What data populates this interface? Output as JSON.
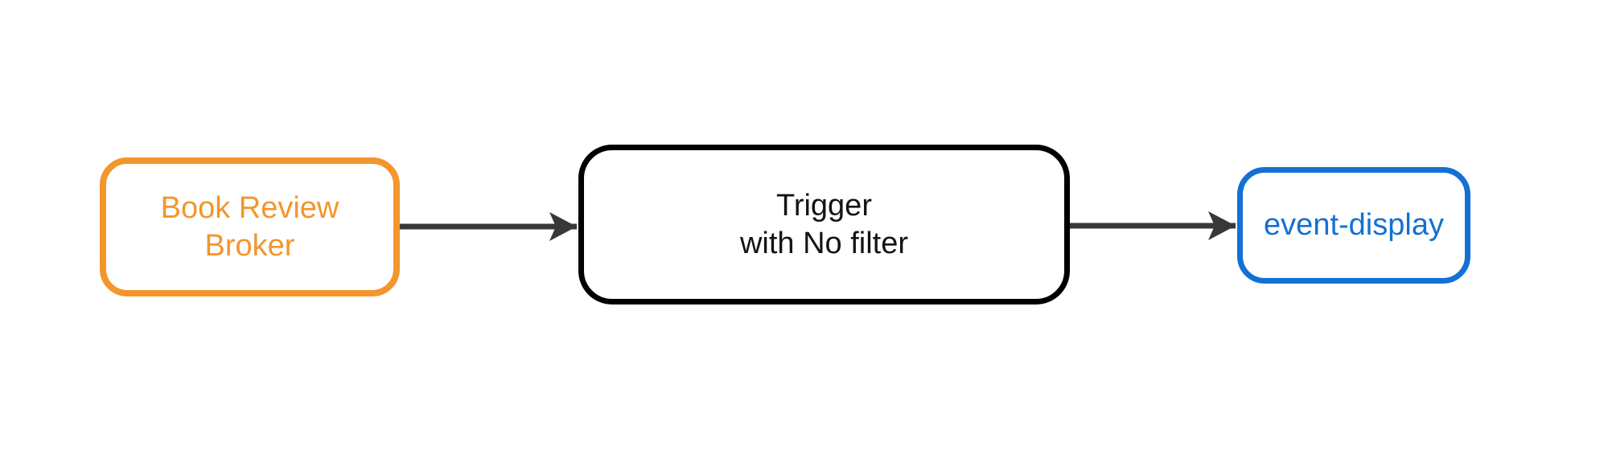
{
  "diagram": {
    "type": "flow-left-to-right",
    "background": "#ffffff",
    "colors": {
      "broker_orange": "#F2962D",
      "trigger_black": "#000000",
      "event_display_blue": "#1371D4",
      "arrow_gray": "#383838"
    },
    "nodes": [
      {
        "id": "book-review-broker",
        "lines": [
          "Book Review",
          "Broker"
        ],
        "border_color": "#F2962D",
        "text_color": "#F2962D"
      },
      {
        "id": "trigger",
        "lines": [
          "Trigger",
          "with No filter"
        ],
        "border_color": "#000000",
        "text_color": "#141414"
      },
      {
        "id": "event-display",
        "lines": [
          "event-display"
        ],
        "border_color": "#1371D4",
        "text_color": "#1371D4"
      }
    ],
    "edges": [
      {
        "from": "book-review-broker",
        "to": "trigger"
      },
      {
        "from": "trigger",
        "to": "event-display"
      }
    ]
  }
}
